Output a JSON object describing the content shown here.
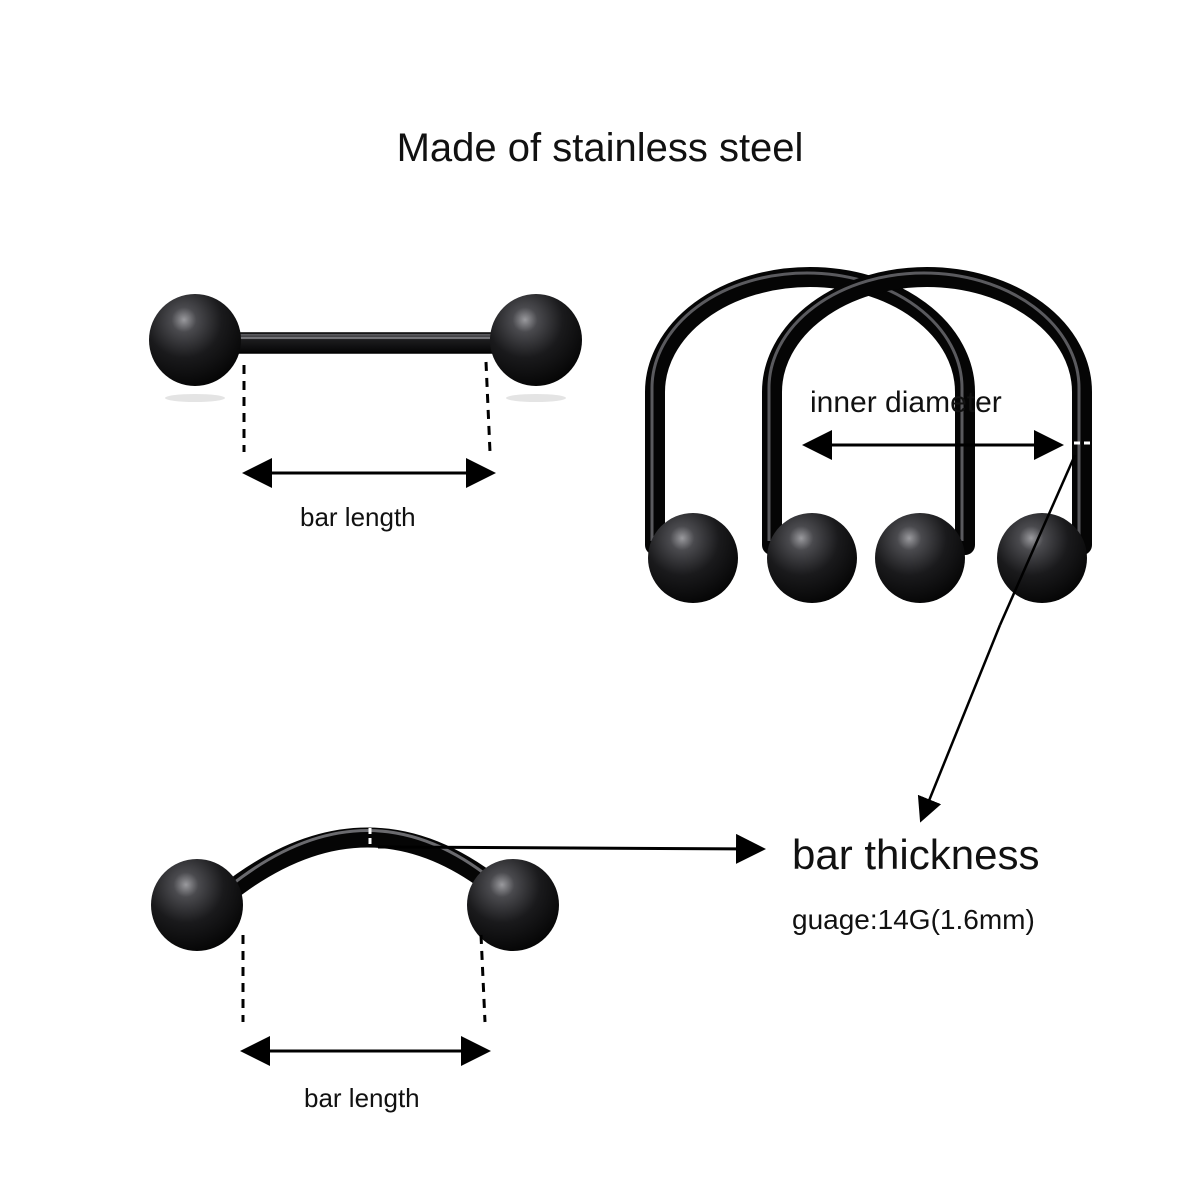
{
  "title": "Made of stainless steel",
  "labels": {
    "bar_length_straight": "bar length",
    "bar_length_curved": "bar length",
    "inner_diameter": "inner diameter",
    "bar_thickness": "bar thickness",
    "gauge": "guage:14G(1.6mm)"
  },
  "colors": {
    "background": "#ffffff",
    "text": "#111111",
    "metal": "#1c1c1e"
  },
  "items": [
    {
      "name": "straight barbell"
    },
    {
      "name": "horseshoe ring"
    },
    {
      "name": "curved barbell"
    }
  ]
}
